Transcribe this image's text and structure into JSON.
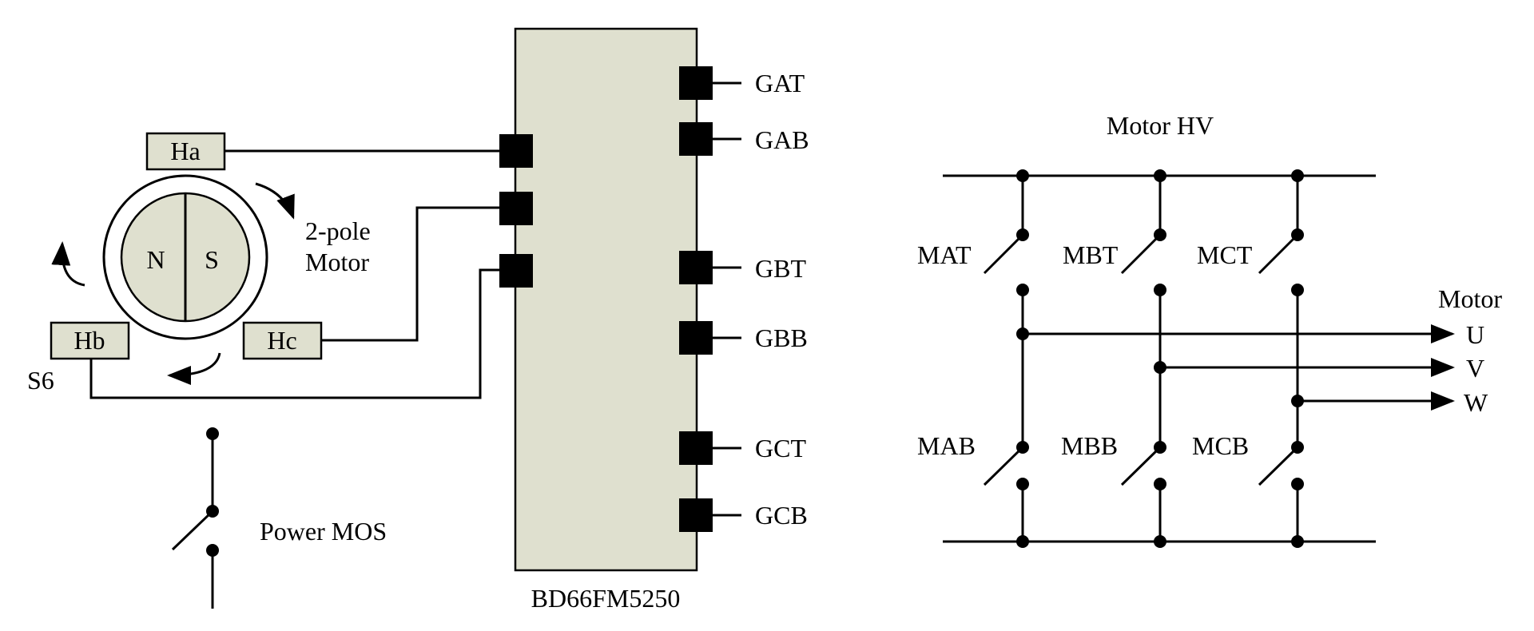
{
  "colors": {
    "component_fill": "#dfe0cf",
    "line": "#000000",
    "background": "#ffffff"
  },
  "motor": {
    "hall_sensors": [
      "Ha",
      "Hb",
      "Hc"
    ],
    "poles": [
      "N",
      "S"
    ],
    "label_line1": "2-pole",
    "label_line2": "Motor",
    "s6_label": "S6"
  },
  "power_mos_label": "Power MOS",
  "ic": {
    "name": "BD66FM5250",
    "outputs": [
      "GAT",
      "GAB",
      "GBT",
      "GBB",
      "GCT",
      "GCB"
    ]
  },
  "bridge": {
    "title": "Motor HV",
    "top_switches": [
      "MAT",
      "MBT",
      "MCT"
    ],
    "bottom_switches": [
      "MAB",
      "MBB",
      "MCB"
    ],
    "motor_label": "Motor",
    "phases": [
      "U",
      "V",
      "W"
    ]
  }
}
